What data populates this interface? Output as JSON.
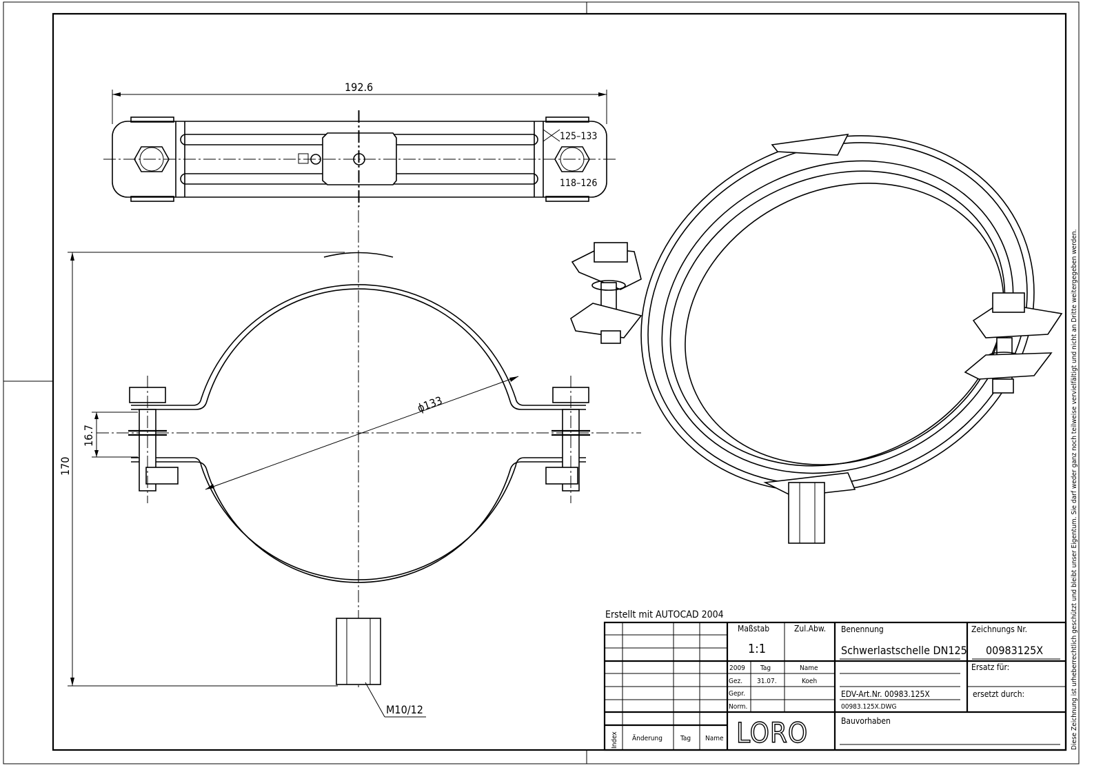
{
  "dimensions": {
    "overall_length": "192.6",
    "height": "170",
    "bolt_offset": "16.7",
    "diameter": "ϕ133",
    "thread": "M10/12",
    "clamp_range_1": "125–133",
    "clamp_range_2": "118–126"
  },
  "created_with": "Erstellt mit AUTOCAD 2004",
  "copyright_notice": "Diese Zeichnung ist urheberrechtlich geschützt und bleibt unser Eigentum. Sie darf weder ganz noch teilweise vervielfältigt und nicht an Dritte weitergegeben werden.",
  "title_block": {
    "scale_label": "Maßstab",
    "scale_value": "1:1",
    "tolerance_label": "Zul.Abw.",
    "designation_label": "Benennung",
    "designation_value": "Schwerlastschelle DN125",
    "drawing_no_label": "Zeichnungs Nr.",
    "drawing_no_value": "00983125X",
    "year": "2009",
    "day_label": "Tag",
    "name_label": "Name",
    "drawn_label": "Gez.",
    "drawn_date": "31.07.",
    "drawn_name": "Koeh",
    "checked_label": "Gepr.",
    "norm_label": "Norm.",
    "replaces_label": "Ersatz für:",
    "replaced_by_label": "ersetzt durch:",
    "article_no": "EDV-Art.Nr. 00983.125X",
    "file_name": "00983.125X.DWG",
    "project_label": "Bauvorhaben",
    "logo_text": "LORO",
    "rev_index_label": "Index",
    "rev_change_label": "Änderung",
    "rev_day_label": "Tag",
    "rev_name_label": "Name"
  }
}
